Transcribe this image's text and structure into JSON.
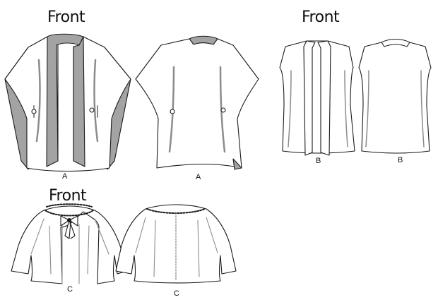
{
  "headings": {
    "front_a": "Front",
    "front_b": "Front",
    "front_c": "Front"
  },
  "view_labels": {
    "a_front": "A",
    "a_back": "A",
    "b_front": "B",
    "b_back": "B",
    "c_front": "C",
    "c_back": "C"
  },
  "colors": {
    "line": "#1a1a1a",
    "lining": "#a3a3a3",
    "fold_shadow": "#8c8c8c",
    "paper": "#ffffff"
  }
}
